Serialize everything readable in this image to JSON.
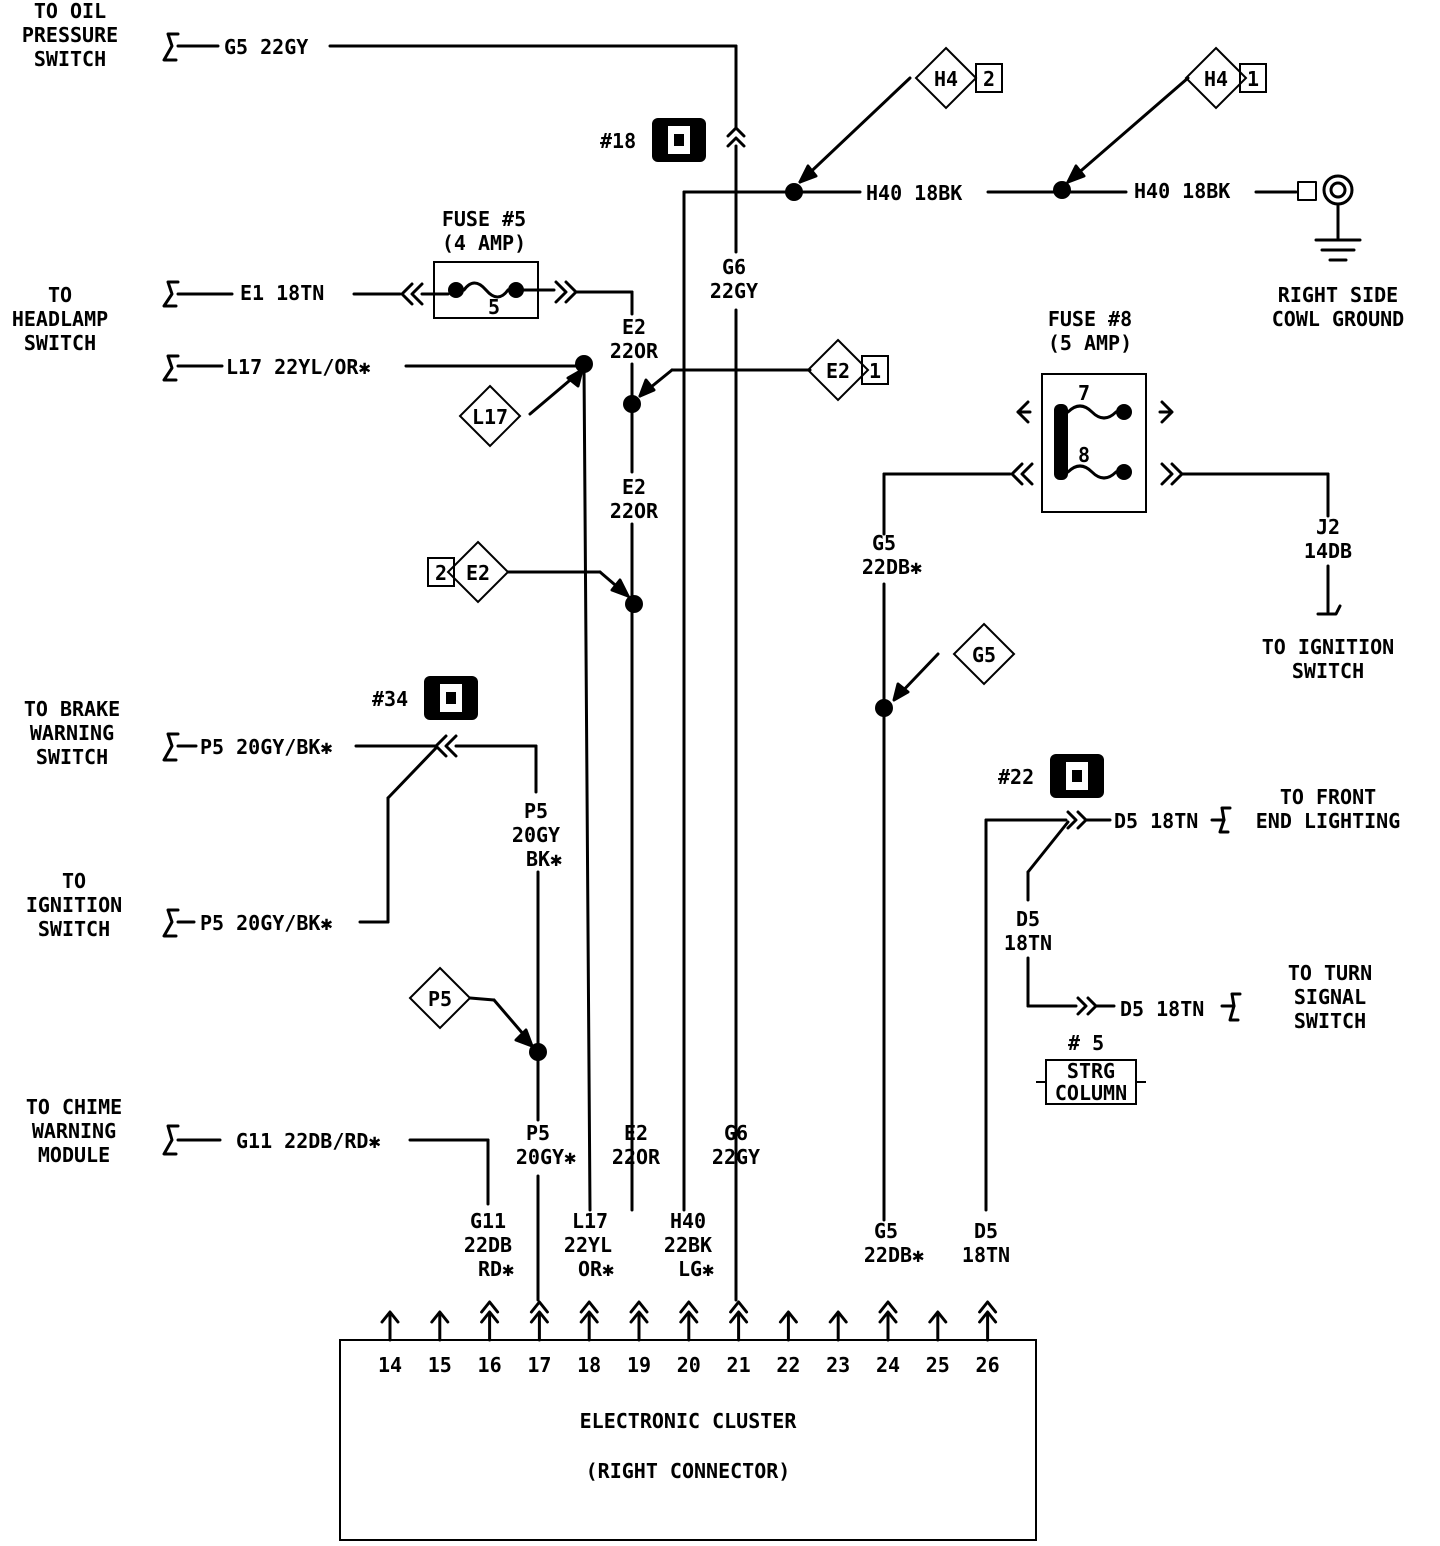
{
  "labels": {
    "oil_switch": [
      "TO OIL",
      "PRESSURE",
      "SWITCH"
    ],
    "headlamp": [
      "TO",
      "HEADLAMP",
      "SWITCH"
    ],
    "brake": [
      "TO BRAKE",
      "WARNING",
      "SWITCH"
    ],
    "ignition_left": [
      "TO",
      "IGNITION",
      "SWITCH"
    ],
    "chime": [
      "TO CHIME",
      "WARNING",
      "MODULE"
    ],
    "ground": [
      "RIGHT SIDE",
      "COWL GROUND"
    ],
    "ignition_right": [
      "TO IGNITION",
      "SWITCH"
    ],
    "front_lighting": [
      "TO FRONT",
      "END LIGHTING"
    ],
    "turn_signal": [
      "TO TURN",
      "SIGNAL",
      "SWITCH"
    ]
  },
  "wire_labels": {
    "g5_22gy": "G5 22GY",
    "e1_18tn": "E1 18TN",
    "l17": "L17 22YL/OR✱",
    "h40_a": "H40 18BK",
    "h40_b": "H40 18BK",
    "p5_brake": "P5 20GY/BK✱",
    "p5_ign": "P5 20GY/BK✱",
    "g11": "G11 22DB/RD✱",
    "d5_front": "D5 18TN",
    "d5_turn": "D5 18TN",
    "g6_top": [
      "G6",
      "22GY"
    ],
    "e2_1": [
      "E2",
      "22OR"
    ],
    "e2_2": [
      "E2",
      "22OR"
    ],
    "p5_mid": [
      "P5",
      "20GY",
      "BK✱"
    ],
    "g5_22db": [
      "G5",
      "22DB✱"
    ],
    "j2": [
      "J2",
      "14DB"
    ],
    "d5_mid": [
      "D5",
      "18TN"
    ]
  },
  "bottom_wires": {
    "g11": [
      "G11",
      "22DB",
      "RD✱"
    ],
    "p5": [
      "P5",
      "20GY✱"
    ],
    "l17": [
      "L17",
      "22YL",
      "OR✱"
    ],
    "e2": [
      "E2",
      "22OR"
    ],
    "h40": [
      "H40",
      "22BK",
      "LG✱"
    ],
    "g6": [
      "G6",
      "22GY"
    ],
    "g5": [
      "G5",
      "22DB✱"
    ],
    "d5": [
      "D5",
      "18TN"
    ]
  },
  "fuses": {
    "fuse5": [
      "FUSE #5",
      "(4 AMP)"
    ],
    "fuse5_num": "5",
    "fuse8": [
      "FUSE #8",
      "(5 AMP)"
    ],
    "fuse8_num7": "7",
    "fuse8_num8": "8"
  },
  "connectors": {
    "c18": "#18",
    "c34": "#34",
    "c22": "#22",
    "c5": "# 5",
    "strg": [
      "STRG",
      "COLUMN"
    ]
  },
  "splice_refs": {
    "h4_2": {
      "code": "H4",
      "num": "2"
    },
    "h4_1": {
      "code": "H4",
      "num": "1"
    },
    "e2_1": {
      "code": "E2",
      "num": "1"
    },
    "e2_2": {
      "code": "E2",
      "num": "2"
    },
    "l17": "L17",
    "g5": "G5",
    "p5": "P5"
  },
  "cluster": {
    "title": "ELECTRONIC CLUSTER",
    "subtitle": "(RIGHT CONNECTOR)",
    "pins": [
      "14",
      "15",
      "16",
      "17",
      "18",
      "19",
      "20",
      "21",
      "22",
      "23",
      "24",
      "25",
      "26"
    ]
  }
}
